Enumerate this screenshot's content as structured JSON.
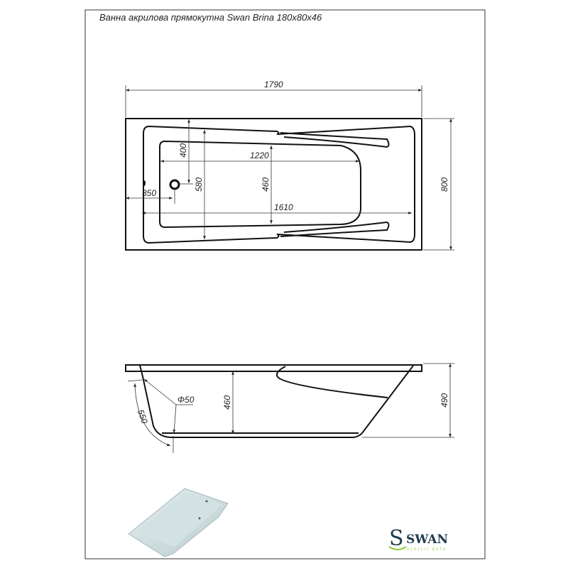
{
  "title": "Ванна акрилова прямокутна Swan Brina 180x80x46",
  "top_view": {
    "length": "1790",
    "width": "800",
    "drain_offset_y": "400",
    "drain_offset_x": "350",
    "inner_width_580": "580",
    "bottom_width": "460",
    "bottom_length": "1220",
    "inner_length": "1610"
  },
  "side_view": {
    "depth": "460",
    "total_height": "490",
    "drain_diameter": "Φ50",
    "drain_height": "550"
  },
  "logo": {
    "name": "SWAN",
    "tagline": "acrylic bath",
    "accent": "#8cc63f",
    "color": "#1e3a4c"
  }
}
